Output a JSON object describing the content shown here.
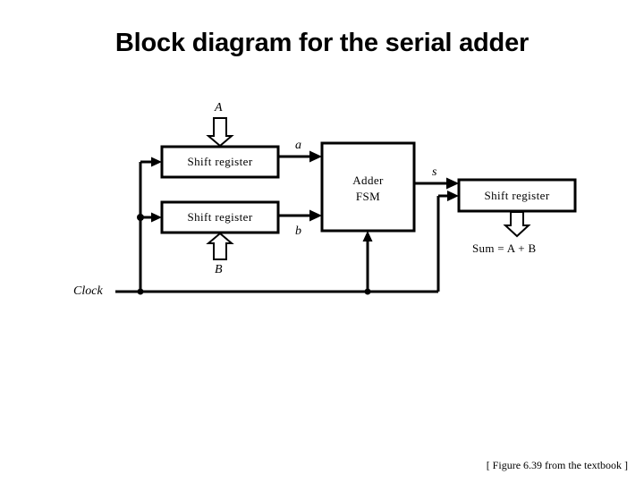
{
  "page": {
    "title": "Block diagram for the serial adder",
    "footer": "[ Figure 6.39 from the textbook ]",
    "background_color": "#ffffff",
    "line_color": "#000000"
  },
  "diagram": {
    "blocks": [
      {
        "id": "shift-register-a",
        "label": "Shift register"
      },
      {
        "id": "shift-register-b",
        "label": "Shift register"
      },
      {
        "id": "adder-fsm",
        "label_line1": "Adder",
        "label_line2": "FSM"
      },
      {
        "id": "shift-register-sum",
        "label": "Shift register"
      }
    ],
    "signals": [
      {
        "id": "input-A",
        "label": "A"
      },
      {
        "id": "input-B",
        "label": "B"
      },
      {
        "id": "bit-a",
        "label": "a"
      },
      {
        "id": "bit-b",
        "label": "b"
      },
      {
        "id": "bit-s",
        "label": "s"
      },
      {
        "id": "clock",
        "label": "Clock"
      }
    ],
    "outputs": [
      {
        "id": "sum-equation",
        "label": "Sum  =  A + B"
      }
    ]
  }
}
